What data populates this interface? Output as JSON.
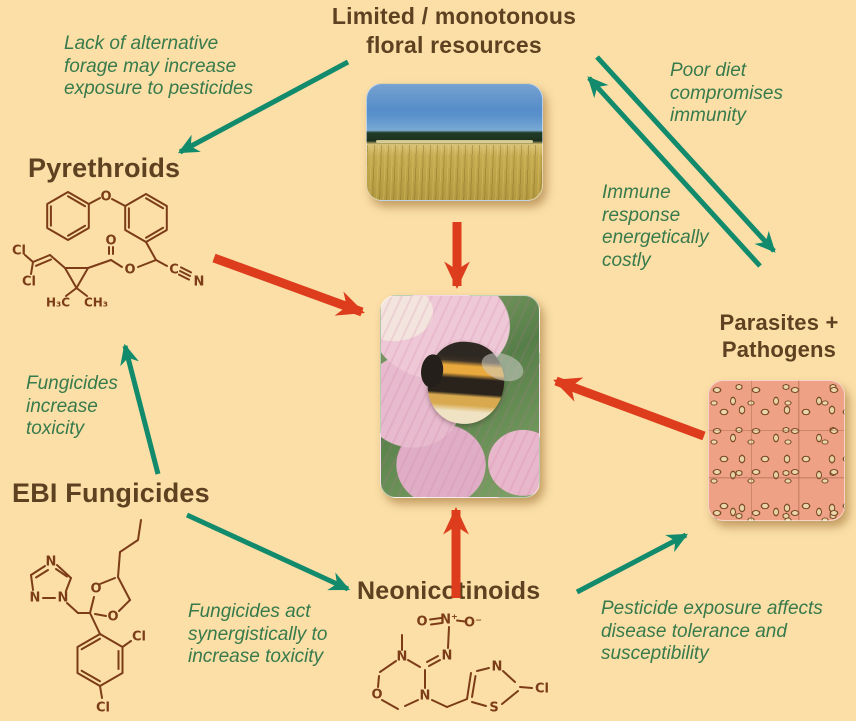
{
  "colors": {
    "background": "#fbdfa7",
    "heading_brown": "#5e4120",
    "annotation_green": "#377a4b",
    "arrow_teal": "#128a6c",
    "arrow_red": "#dd3d1d",
    "structure_brown": "#7b3c17"
  },
  "title": {
    "lines": [
      "Limited / monotonous",
      "floral resources"
    ]
  },
  "nodes": {
    "pyrethroids": "Pyrethroids",
    "ebi_fungicides": "EBI Fungicides",
    "neonicotinoids": "Neonicotinoids",
    "parasites": {
      "lines": [
        "Parasites +",
        "Pathogens"
      ]
    }
  },
  "annotations": {
    "forage": [
      "Lack of alternative",
      "forage may increase",
      "exposure to pesticides"
    ],
    "poor_diet": [
      "Poor diet",
      "compromises",
      "immunity"
    ],
    "immune": [
      "Immune",
      "response",
      "energetically",
      "costly"
    ],
    "fungicide_toxicity": [
      "Fungicides",
      "increase",
      "toxicity"
    ],
    "synergy": [
      "Fungicides act",
      "synergistically to",
      "increase toxicity"
    ],
    "disease": [
      "Pesticide exposure affects",
      "disease tolerance and",
      "susceptibility"
    ]
  },
  "photos": {
    "field": "wheat field landscape",
    "bee": "bumblebee on pink flower",
    "parasites": "micrograph of parasite spores"
  },
  "structures": {
    "pyrethroid": {
      "atoms": [
        "O",
        "O",
        "O",
        "Cl",
        "Cl",
        "H₃C",
        "CH₃",
        "C",
        "N"
      ]
    },
    "fungicide": {
      "atoms": [
        "N",
        "N",
        "N",
        "O",
        "O",
        "Cl",
        "Cl"
      ]
    },
    "neonicotinoid": {
      "atoms": [
        "O",
        "N⁺",
        "O⁻",
        "N",
        "N",
        "O",
        "N",
        "N",
        "S",
        "Cl"
      ]
    }
  }
}
